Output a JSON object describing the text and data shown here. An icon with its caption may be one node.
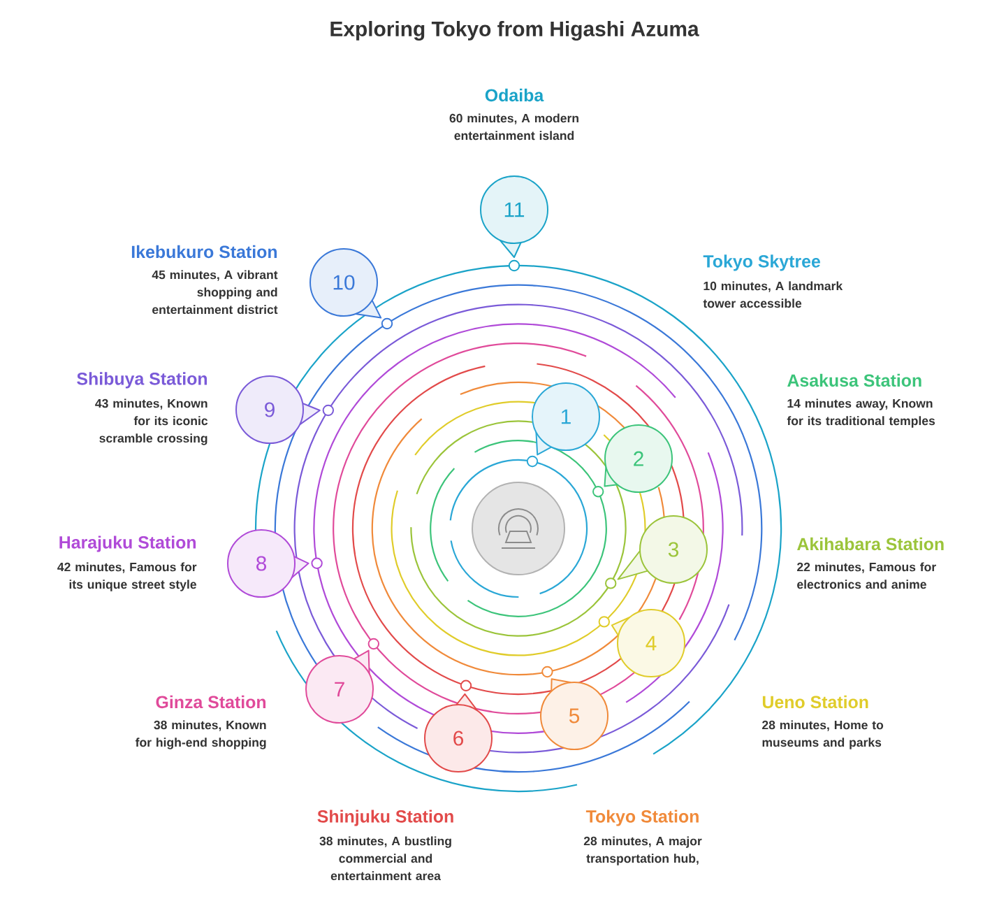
{
  "diagram": {
    "title": "Exploring Tokyo from Higashi Azuma",
    "nodes": [
      {
        "text": [
          "1"
        ],
        "beside": [
          "Tokyo Skytree",
          "10 minutes, A landmark tower accessible"
        ]
      },
      {
        "text": [
          "2"
        ],
        "beside": [
          "Asakusa Station",
          "14 minutes away, Known for its traditional temples"
        ]
      },
      {
        "text": [
          "3"
        ],
        "beside": [
          "Akihabara Station",
          "22 minutes, Famous for electronics and anime"
        ]
      },
      {
        "text": [
          "4"
        ],
        "beside": [
          "Ueno Station",
          "28 minutes, Home to museums and parks"
        ]
      },
      {
        "text": [
          "5"
        ],
        "beside": [
          "Tokyo Station",
          "28 minutes, A major transportation hub,"
        ]
      },
      {
        "text": [
          "6"
        ],
        "beside": [
          "Shinjuku Station",
          "38 minutes, A bustling commercial and entertainment area"
        ]
      },
      {
        "text": [
          "7"
        ],
        "beside": [
          "Ginza Station",
          "38 minutes, Known for high-end shopping"
        ]
      },
      {
        "text": [
          "8"
        ],
        "beside": [
          "Harajuku Station",
          "42 minutes, Famous for its unique street style"
        ]
      },
      {
        "text": [
          "9"
        ],
        "beside": [
          "Shibuya Station",
          "43 minutes, Known for its iconic scramble crossing"
        ]
      },
      {
        "text": [
          "10"
        ],
        "beside": [
          "Ikebukuro Station",
          "45 minutes, A vibrant shopping and entertainment district"
        ]
      },
      {
        "text": [
          "11"
        ],
        "beside": [
          "Odaiba",
          "60 minutes, A modern entertainment island"
        ]
      }
    ]
  }
}
